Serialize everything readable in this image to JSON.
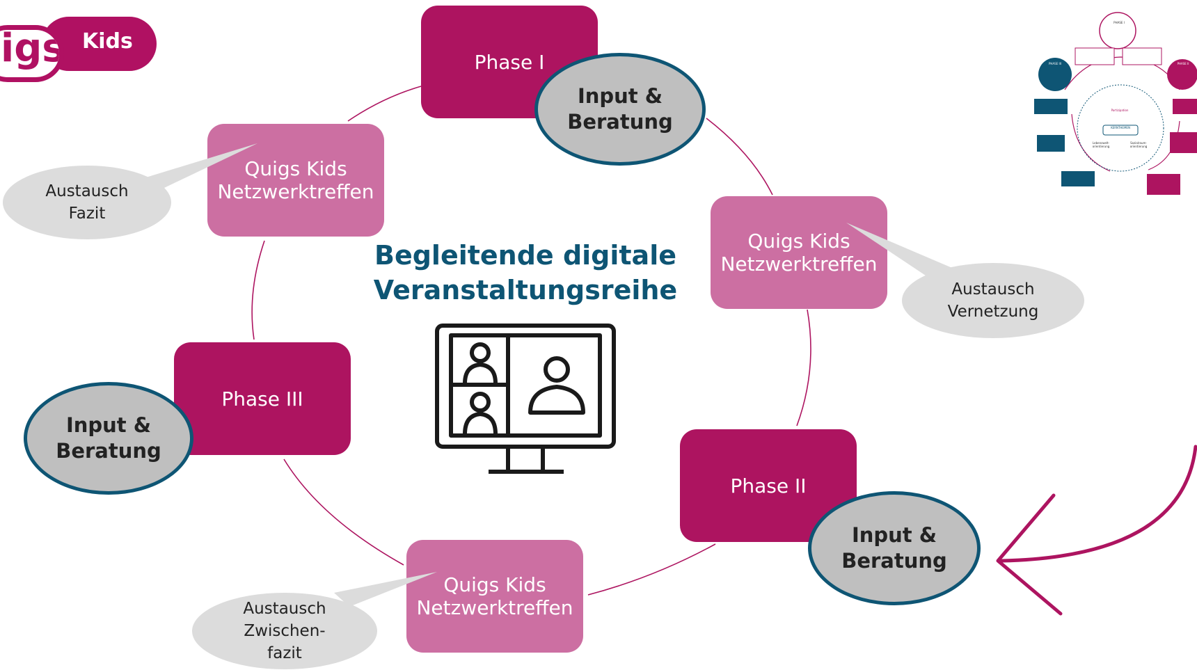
{
  "logo": {
    "word": "igs",
    "badge": "Kids"
  },
  "title": "Begleitende digitale\nVeranstaltungsreihe",
  "phases": [
    {
      "label": "Phase I",
      "input": "Input &\nBeratung"
    },
    {
      "label": "Phase II",
      "input": "Input &\nBeratung"
    },
    {
      "label": "Phase III",
      "input": "Input &\nBeratung"
    }
  ],
  "network_meetings": [
    {
      "label": "Quigs Kids\nNetzwerktreffen",
      "bubble": "Austausch\nVernetzung"
    },
    {
      "label": "Quigs Kids\nNetzwerktreffen",
      "bubble": "Austausch\nZwischen-\nfazit"
    },
    {
      "label": "Quigs Kids\nNetzwerktreffen",
      "bubble": "Austausch\nFazit"
    }
  ],
  "mini_diagram": {
    "phase1": "PHASE I",
    "phase2": "PHASE II",
    "phase3": "PHASE III",
    "center": "KERNTHEMEN",
    "participation": "Partizipation",
    "lebenswelt": "Lebenswelt-\norientierung",
    "sozialraum": "Sozialraum-\norientierung"
  },
  "colors": {
    "phase": "#ad1460",
    "network": "#cc6fa2",
    "outline": "#0e5574",
    "title": "#0e5574",
    "bubble": "#dcdcdc",
    "ellipse": "#bfbfbf"
  }
}
